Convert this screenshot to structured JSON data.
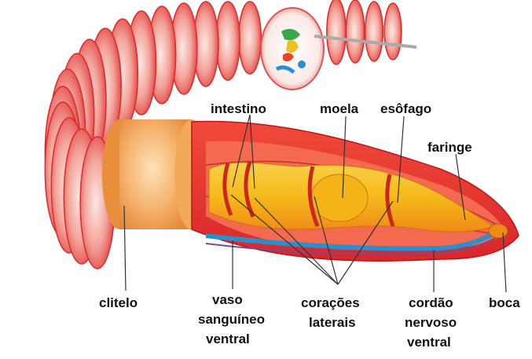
{
  "labels": {
    "intestino": "intestino",
    "moela": "moela",
    "esofago": "esôfago",
    "faringe": "faringe",
    "clitelo": "clitelo",
    "vaso_line1": "vaso",
    "vaso_line2": "sanguíneo",
    "vaso_line3": "ventral",
    "coracoes_line1": "corações",
    "coracoes_line2": "laterais",
    "cordao_line1": "cordão",
    "cordao_line2": "nervoso",
    "cordao_line3": "ventral",
    "boca": "boca"
  },
  "colors": {
    "body_red": "#e63a3a",
    "segment_pink": "#f7b7b0",
    "clitellum": "#f2a765",
    "gut_yellow": "#f6c21a",
    "gut_orange": "#f08a1c",
    "blood_vessel": "#2b8fcf",
    "leader_line": "#333333"
  }
}
